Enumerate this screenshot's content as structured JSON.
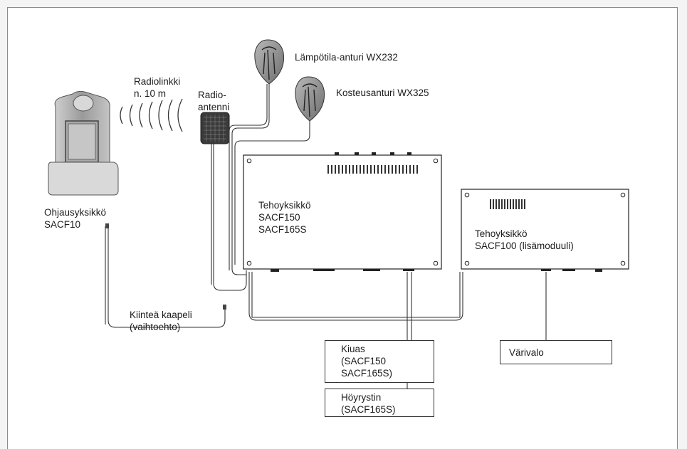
{
  "labels": {
    "radiolink": {
      "line1": "Radiolinkki",
      "line2": "n. 10 m"
    },
    "antenna": {
      "line1": "Radio-",
      "line2": "antenni"
    },
    "temp_sensor": "Lämpötila-anturi WX232",
    "humidity_sensor": "Kosteusanturi WX325",
    "control_unit": {
      "line1": "Ohjausyksikkö",
      "line2": "SACF10"
    },
    "power_unit_main": {
      "line1": "Tehoyksikkö",
      "line2": "SACF150",
      "line3": "SACF165S"
    },
    "power_unit_extra": {
      "line1": "Tehoyksikkö",
      "line2": "SACF100 (lisämoduuli)"
    },
    "fixed_cable": {
      "line1": "Kiinteä kaapeli",
      "line2": "(vaihtoehto)"
    },
    "heater": {
      "line1": "Kiuas",
      "line2": "(SACF150",
      "line3": "SACF165S)"
    },
    "steamer": {
      "line1": "Höyrystin",
      "line2": "(SACF165S)"
    },
    "color_light": "Värivalo"
  }
}
